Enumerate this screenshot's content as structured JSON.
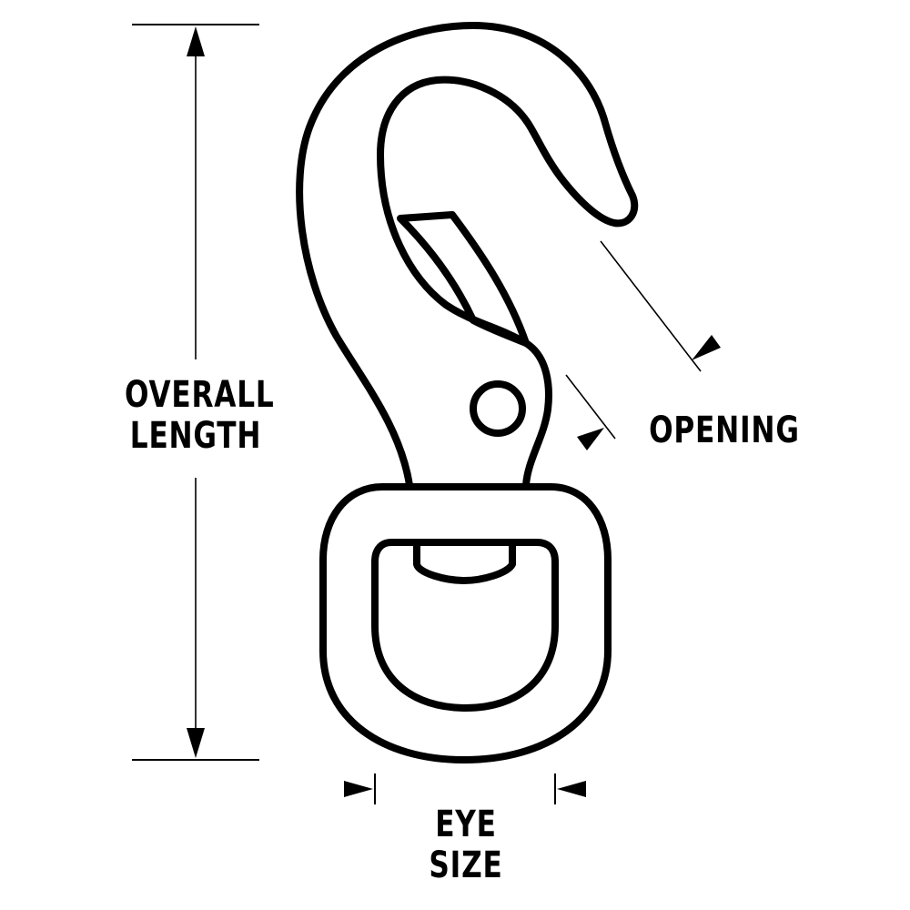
{
  "diagram": {
    "subject": "swivel snap hook",
    "stroke_color": "#000000",
    "background_color": "#ffffff"
  },
  "dimensions": {
    "overall_length": {
      "label_line1": "OVERALL",
      "label_line2": "LENGTH",
      "orientation": "vertical"
    },
    "opening": {
      "label": "OPENING",
      "orientation": "diagonal"
    },
    "eye_size": {
      "label_line1": "EYE",
      "label_line2": "SIZE",
      "orientation": "horizontal"
    }
  }
}
